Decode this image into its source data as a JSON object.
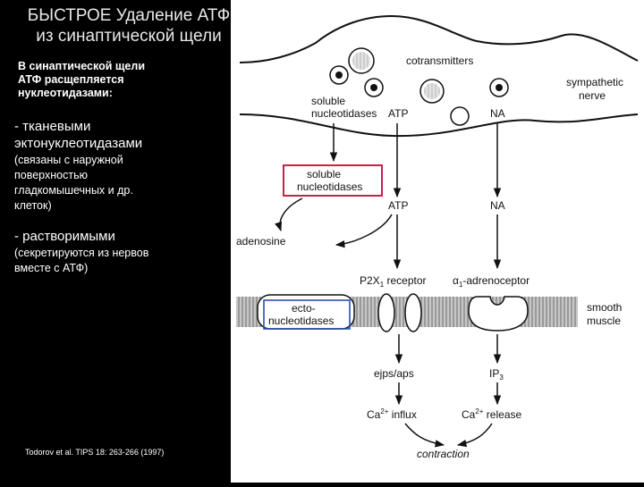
{
  "title": {
    "line1": "БЫСТРОЕ  Удаление АТФ",
    "line2": "из синаптической щели"
  },
  "intro": {
    "line1": "В синаптической щели",
    "line2": "АТФ расщепляется",
    "line3": "нуклеотидазами:"
  },
  "bullets": [
    {
      "heading_line1": "- тканевыми",
      "heading_line2": "эктонуклеотидазами",
      "desc_lines": [
        "(связаны с наружной",
        "поверхностью",
        "гладкомышечных и др.",
        "клеток)"
      ]
    },
    {
      "heading_line1": "- растворимыми",
      "desc_lines": [
        "(секретируются из нервов",
        "вместе с АТФ)"
      ]
    }
  ],
  "citation": "Todorov et al. TIPS 18: 263-266 (1997)",
  "diagram": {
    "cotransmitters": "cotransmitters",
    "sympathetic_line1": "sympathetic",
    "sympathetic_line2": "nerve",
    "soluble_top_line1": "soluble",
    "soluble_top_line2": "nucleotidases",
    "atp_top": "ATP",
    "na_top": "NA",
    "soluble_box_line1": "soluble",
    "soluble_box_line2": "nucleotidases",
    "atp_mid": "ATP",
    "na_mid": "NA",
    "adenosine": "adenosine",
    "p2x_receptor": "P2X",
    "p2x_subscript": "1",
    "p2x_suffix": " receptor",
    "alpha_receptor_prefix": "α",
    "alpha_subscript": "1",
    "alpha_receptor_suffix": "-adrenoceptor",
    "ecto_line1": "ecto-",
    "ecto_line2": "nucleotidases",
    "smooth_line1": "smooth",
    "smooth_line2": "muscle",
    "ejps": "ejps/aps",
    "ip3_main": "IP",
    "ip3_subscript": "3",
    "ca_influx_main": "Ca",
    "ca_influx_sup": "2+",
    "ca_influx_suffix": " influx",
    "ca_release_main": "Ca",
    "ca_release_sup": "2+",
    "ca_release_suffix": " release",
    "contraction": "contraction",
    "highlight_color": "#cc1f4a"
  }
}
